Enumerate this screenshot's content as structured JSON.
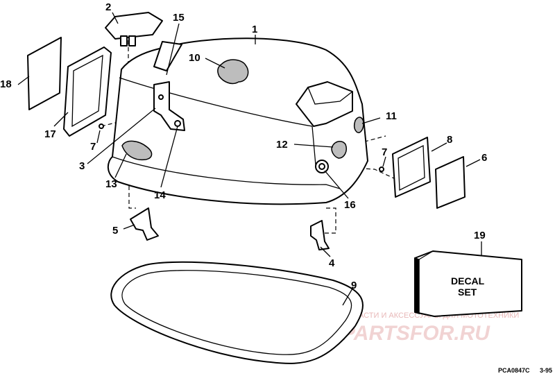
{
  "callouts": {
    "c1": "1",
    "c2": "2",
    "c3": "3",
    "c4": "4",
    "c5": "5",
    "c6": "6",
    "c7a": "7",
    "c7b": "7",
    "c8": "8",
    "c9": "9",
    "c10": "10",
    "c11": "11",
    "c12": "12",
    "c13": "13",
    "c14": "14",
    "c15": "15",
    "c16": "16",
    "c17": "17",
    "c18": "18",
    "c19": "19"
  },
  "decal": {
    "line1": "DECAL",
    "line2": "SET"
  },
  "footer": {
    "code": "PCA0847C",
    "date": "3-95"
  },
  "watermark": {
    "tagline": "ЗАПЧАСТИ И АКСЕССУАРЫ ДЛЯ МОТОТЕХНИКИ",
    "brand": "PARTSFOR.RU"
  },
  "colors": {
    "watermark_small": "#e8b8b8",
    "watermark_big": "#f1d3d3",
    "line": "#000000"
  }
}
